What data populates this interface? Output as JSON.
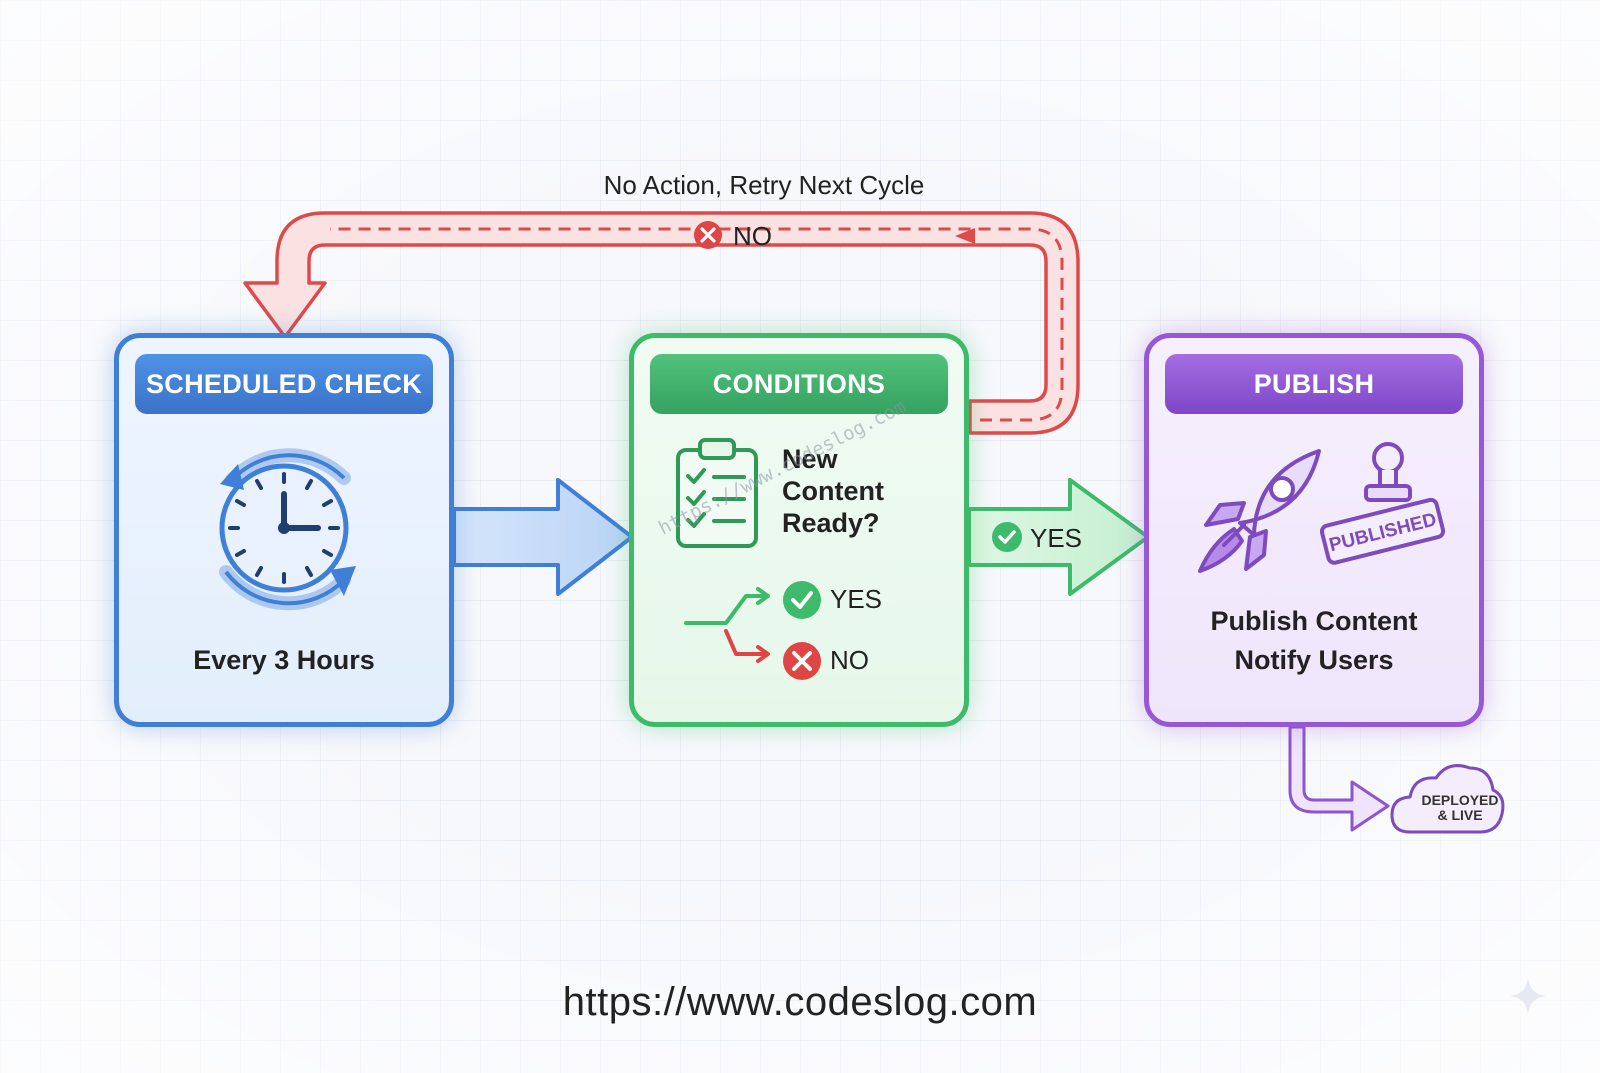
{
  "feedback_label": "No Action, Retry Next Cycle",
  "feedback_no": "NO",
  "nodes": {
    "scheduled": {
      "title": "SCHEDULED CHECK",
      "text": "Every 3 Hours",
      "color": "#3f7fd6",
      "icon": "clock-refresh-icon"
    },
    "conditions": {
      "title": "CONDITIONS",
      "question": [
        "New",
        "Content",
        "Ready?"
      ],
      "yes": "YES",
      "no": "NO",
      "color": "#3dbb6a",
      "icon": "clipboard-checklist-icon"
    },
    "publish": {
      "title": "PUBLISH",
      "lines": [
        "Publish Content",
        "Notify Users"
      ],
      "stamp": "PUBLISHED",
      "color": "#9658d6",
      "icons": [
        "rocket-icon",
        "stamp-icon"
      ]
    }
  },
  "yes_arrow_label": "YES",
  "deployed": {
    "lines": [
      "DEPLOYED",
      "& LIVE"
    ],
    "icon": "cloud-icon"
  },
  "watermark": "https://www.codeslog.com",
  "url": "https://www.codeslog.com",
  "colors": {
    "no": "#e04545",
    "yes": "#3dbb6a",
    "blue": "#3f7fd6",
    "purple": "#9658d6"
  }
}
